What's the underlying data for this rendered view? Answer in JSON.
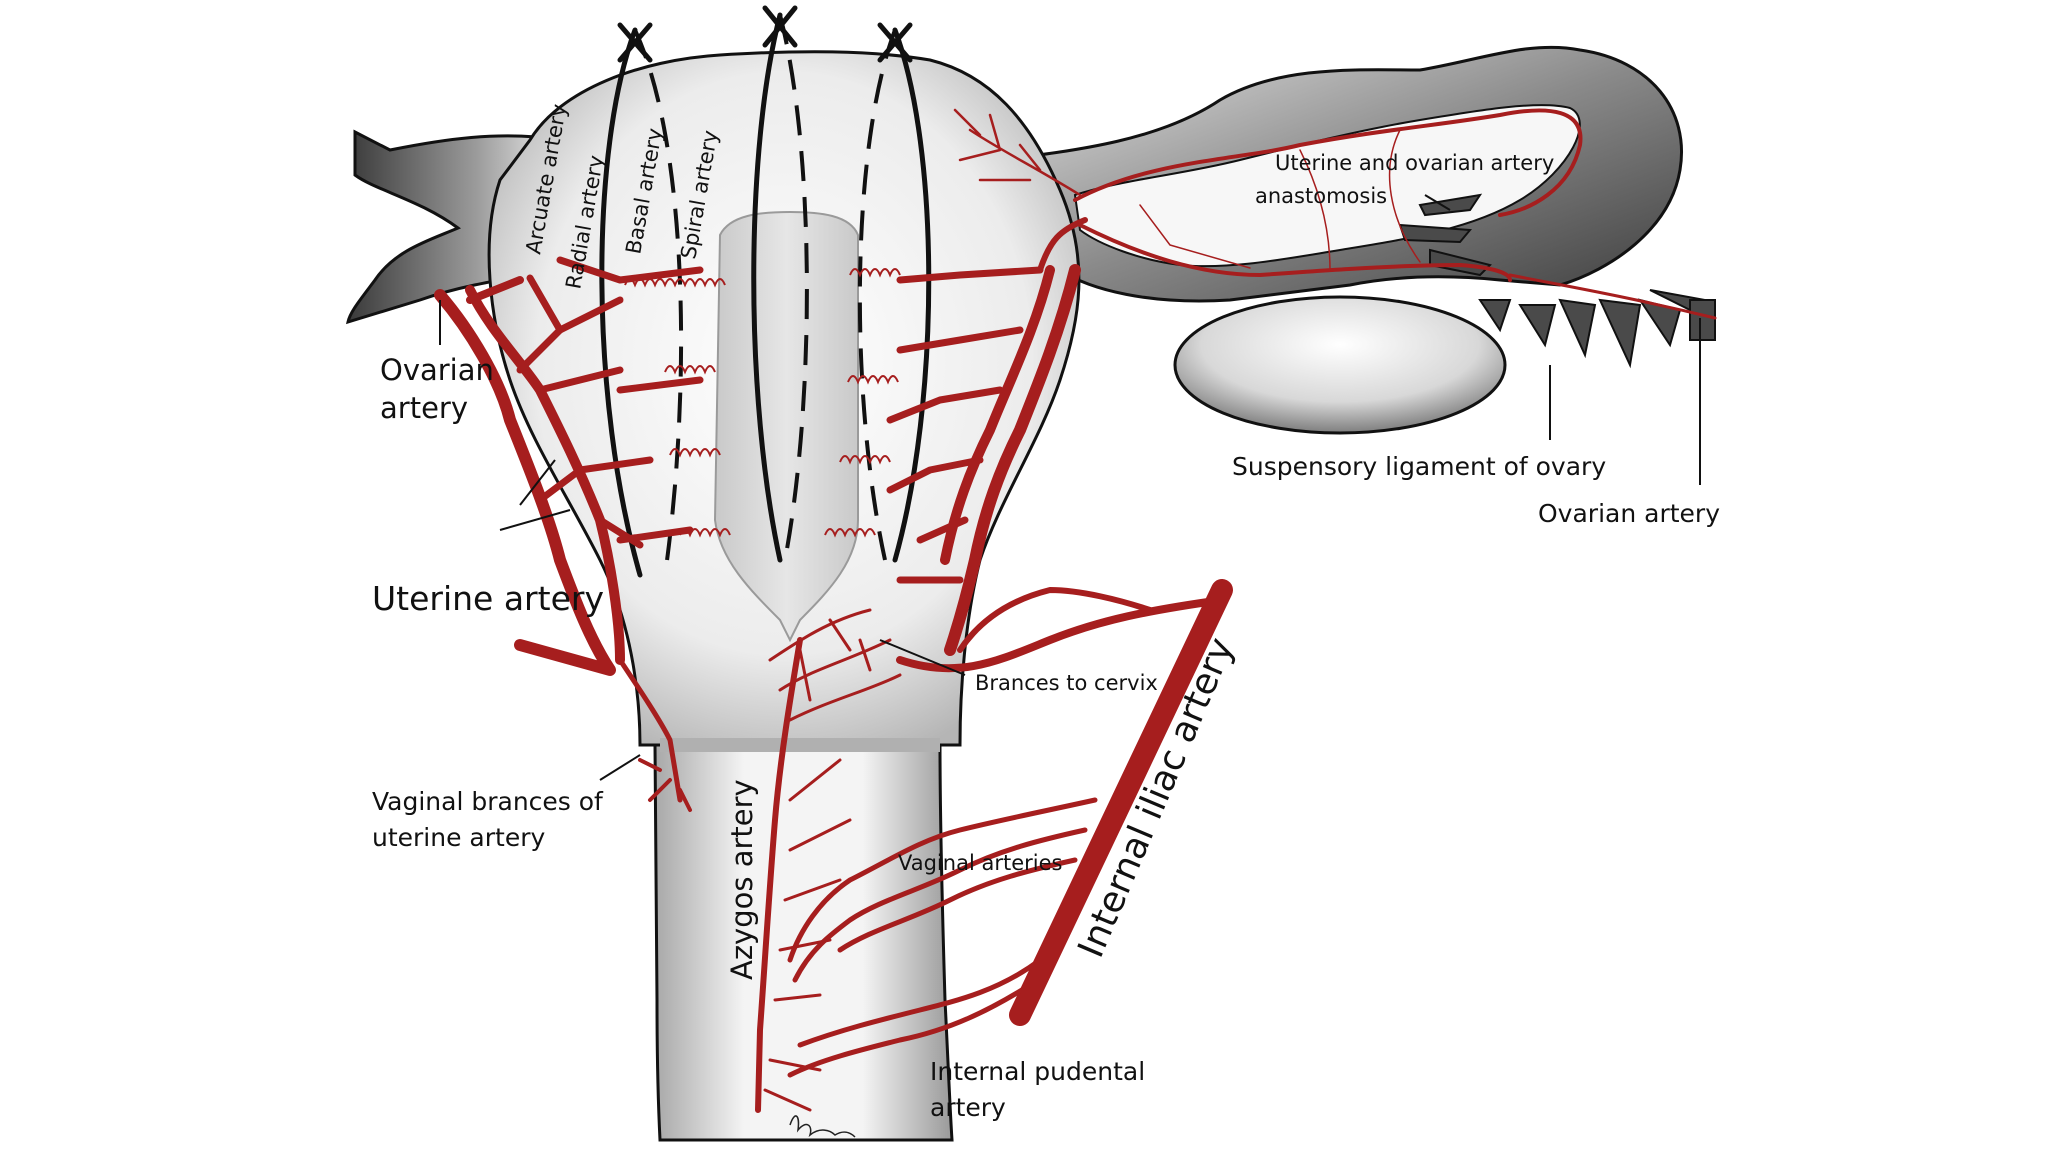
{
  "labels": {
    "arcuate_artery": "Arcuate artery",
    "radial_artery": "Radial artery",
    "basal_artery": "Basal artery",
    "spiral_artery": "Spiral artery",
    "ovarian_artery_left_line1": "Ovarian",
    "ovarian_artery_left_line2": "artery",
    "uterine_artery": "Uterine artery",
    "vaginal_branches_line1": "Vaginal brances of",
    "vaginal_branches_line2": "uterine artery",
    "azygos_artery": "Azygos artery",
    "brances_to_cervix": "Brances to cervix",
    "vaginal_arteries": "Vaginal arteries",
    "internal_iliac_artery": "Internal iliac artery",
    "internal_pudental_line1": "Internal pudental",
    "internal_pudental_line2": "artery",
    "anastomosis_line1": "Uterine and ovarian artery",
    "anastomosis_line2": "anastomosis",
    "suspensory_ligament": "Suspensory ligament of ovary",
    "ovarian_artery_right": "Ovarian artery"
  },
  "colors": {
    "artery": "#a61e1e",
    "outline": "#111111",
    "tissue_light": "#f2f2f2",
    "tissue_dark": "#555555",
    "cavity": "#d8d8d8"
  }
}
